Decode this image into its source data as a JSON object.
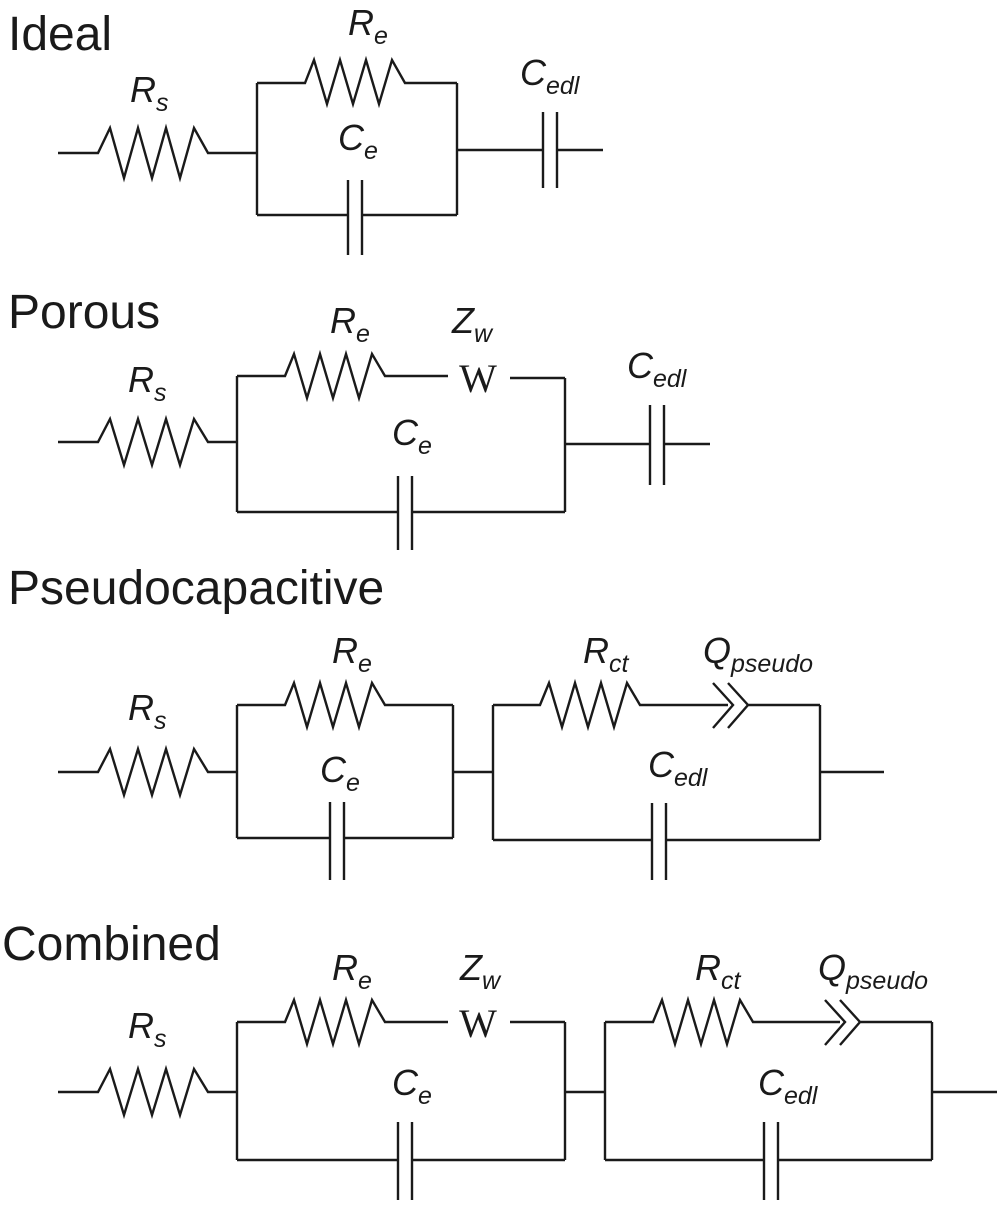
{
  "circuits": [
    {
      "title": "Ideal",
      "labels": {
        "rs": {
          "main": "R",
          "sub": "s"
        },
        "re": {
          "main": "R",
          "sub": "e"
        },
        "ce": {
          "main": "C",
          "sub": "e"
        },
        "cedl": {
          "main": "C",
          "sub": "edl"
        }
      }
    },
    {
      "title": "Porous",
      "labels": {
        "rs": {
          "main": "R",
          "sub": "s"
        },
        "re": {
          "main": "R",
          "sub": "e"
        },
        "zw": {
          "main": "Z",
          "sub": "w"
        },
        "ce": {
          "main": "C",
          "sub": "e"
        },
        "cedl": {
          "main": "C",
          "sub": "edl"
        }
      },
      "warburg_symbol": "W"
    },
    {
      "title": "Pseudocapacitive",
      "labels": {
        "rs": {
          "main": "R",
          "sub": "s"
        },
        "re": {
          "main": "R",
          "sub": "e"
        },
        "ce": {
          "main": "C",
          "sub": "e"
        },
        "rct": {
          "main": "R",
          "sub": "ct"
        },
        "q": {
          "main": "Q",
          "sub": "pseudo"
        },
        "cedl": {
          "main": "C",
          "sub": "edl"
        }
      }
    },
    {
      "title": "Combined",
      "labels": {
        "rs": {
          "main": "R",
          "sub": "s"
        },
        "re": {
          "main": "R",
          "sub": "e"
        },
        "zw": {
          "main": "Z",
          "sub": "w"
        },
        "ce": {
          "main": "C",
          "sub": "e"
        },
        "rct": {
          "main": "R",
          "sub": "ct"
        },
        "q": {
          "main": "Q",
          "sub": "pseudo"
        },
        "cedl": {
          "main": "C",
          "sub": "edl"
        }
      },
      "warburg_symbol": "W"
    }
  ],
  "colors": {
    "line": "#1a1a1a",
    "background": "#ffffff"
  }
}
